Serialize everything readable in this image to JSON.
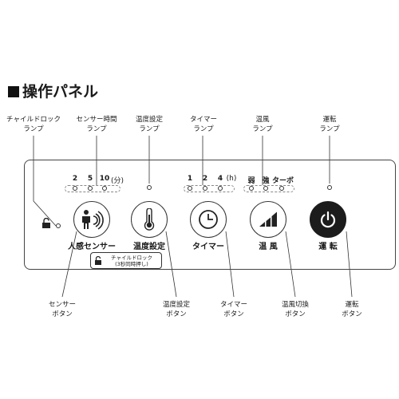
{
  "title": "操作パネル",
  "top_labels": {
    "child_lock_lamp": [
      "チャイルドロック",
      "ランプ"
    ],
    "sensor_time_lamp": [
      "センサー時間",
      "ランプ"
    ],
    "temp_setting_lamp": [
      "温度設定",
      "ランプ"
    ],
    "timer_lamp": [
      "タイマー",
      "ランプ"
    ],
    "warm_air_lamp": [
      "温風",
      "ランプ"
    ],
    "operation_lamp": [
      "運転",
      "ランプ"
    ]
  },
  "sensor_times": [
    "2",
    "5",
    "10",
    "(分)"
  ],
  "timer_hours": [
    "1",
    "2",
    "4",
    "(h)"
  ],
  "warm_air_levels": [
    "弱",
    "強",
    "ターボ"
  ],
  "buttons": {
    "sensor": "人感センサー",
    "temperature": "温度設定",
    "timer": "タイマー",
    "warm_air": "温 風",
    "operation": "運 転"
  },
  "child_lock_note": [
    "チャイルドロック",
    "(3秒同時押し)"
  ],
  "bottom_labels": {
    "sensor_button": [
      "センサー",
      "ボタン"
    ],
    "temp_button": [
      "温度設定",
      "ボタン"
    ],
    "timer_button": [
      "タイマー",
      "ボタン"
    ],
    "warm_switch_button": [
      "温風切換",
      "ボタン"
    ],
    "operation_button": [
      "運転",
      "ボタン"
    ]
  },
  "icons": {
    "lock": "lock-icon",
    "person": "person-sensor-icon",
    "thermometer": "thermometer-icon",
    "clock": "clock-icon",
    "bars": "signal-bars-icon",
    "power": "power-icon"
  }
}
